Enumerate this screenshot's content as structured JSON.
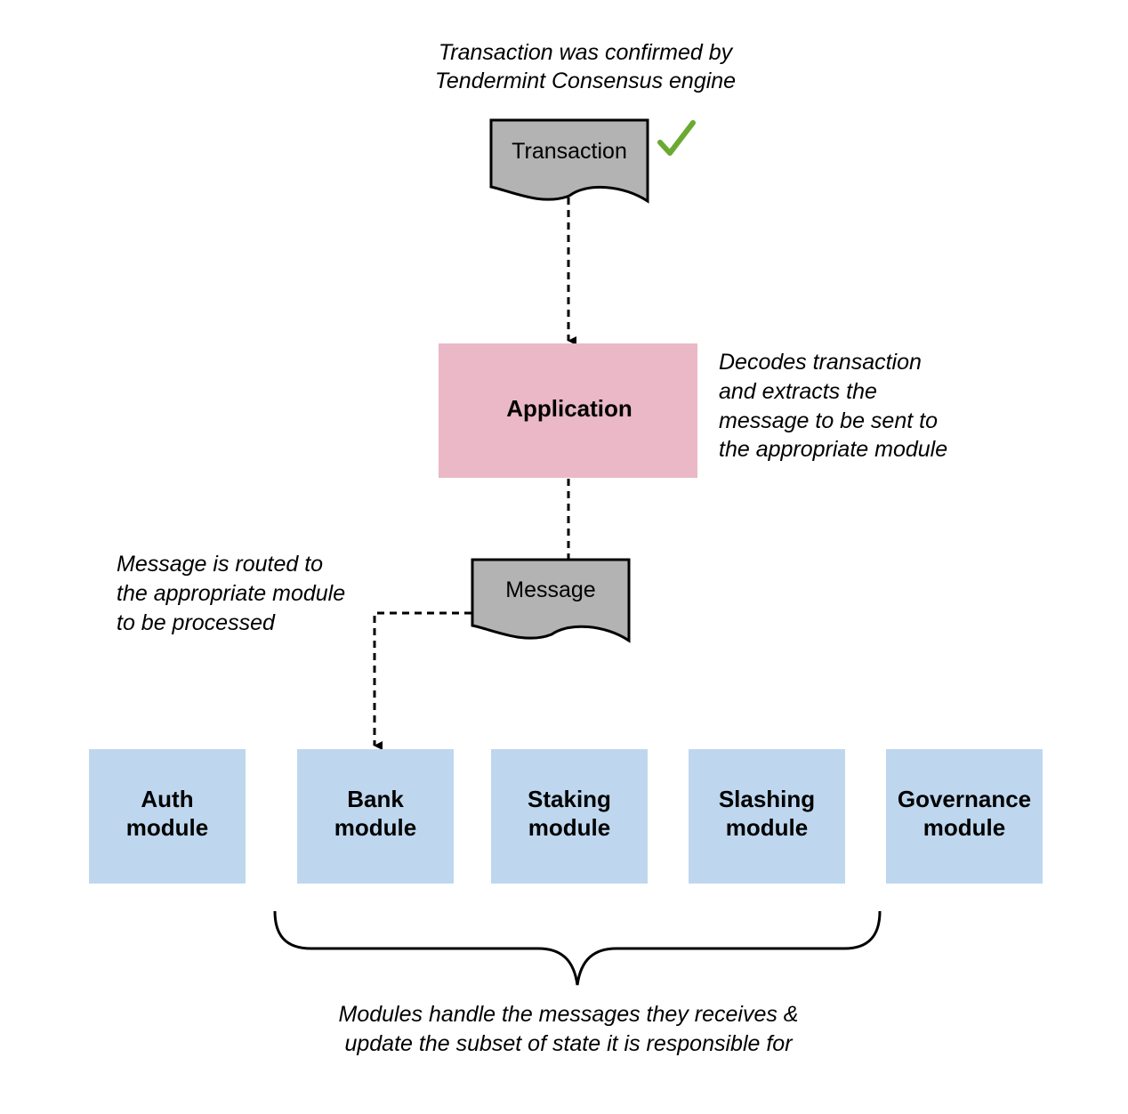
{
  "colors": {
    "document_fill": "#b3b3b3",
    "application_fill": "#eab8c6",
    "module_fill": "#bed7ee",
    "check": "#6aaa32",
    "stroke": "#000000"
  },
  "top_note": {
    "line1": "Transaction was confirmed by",
    "line2": "Tendermint Consensus engine"
  },
  "transaction": {
    "label": "Transaction",
    "status_icon": "check-icon"
  },
  "application": {
    "label": "Application",
    "note": {
      "line1": "Decodes transaction",
      "line2": "and extracts the",
      "line3": "message to be sent to",
      "line4": "the appropriate module"
    }
  },
  "message": {
    "label": "Message",
    "note": {
      "line1": "Message is routed to",
      "line2": "the appropriate module",
      "line3": "to be processed"
    }
  },
  "modules": [
    {
      "line1": "Auth",
      "line2": "module"
    },
    {
      "line1": "Bank",
      "line2": "module"
    },
    {
      "line1": "Staking",
      "line2": "module"
    },
    {
      "line1": "Slashing",
      "line2": "module"
    },
    {
      "line1": "Governance",
      "line2": "module"
    }
  ],
  "bottom_note": {
    "line1": "Modules handle the messages they receives &",
    "line2": "update the subset of state it is responsible for"
  }
}
